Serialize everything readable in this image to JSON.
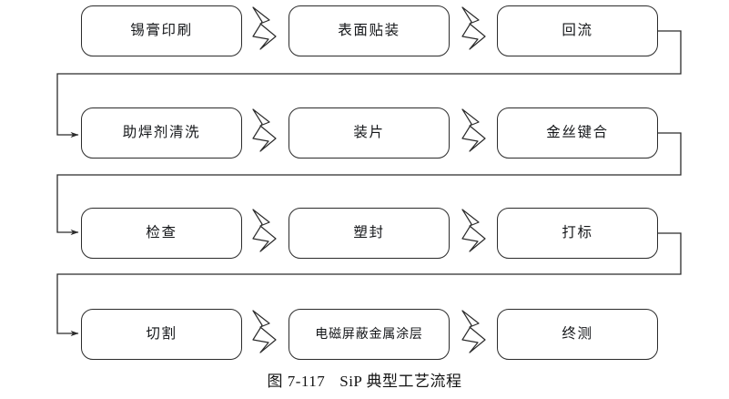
{
  "figure": {
    "caption_number": "图 7-117",
    "caption_title": "SiP 典型工艺流程",
    "background_color": "#ffffff",
    "line_color": "#2b2b2b"
  },
  "chart_data": {
    "type": "diagram",
    "subtype": "process-flowchart-serpentine",
    "title": "图 7-117　SiP 典型工艺流程",
    "rows": 4,
    "columns": 3,
    "node_count": 12,
    "flow_direction": [
      "left-to-right",
      "wrap-to-next-row"
    ],
    "nodes": [
      {
        "id": "n1",
        "row": 1,
        "col": 1,
        "label": "锡膏印刷"
      },
      {
        "id": "n2",
        "row": 1,
        "col": 2,
        "label": "表面贴装"
      },
      {
        "id": "n3",
        "row": 1,
        "col": 3,
        "label": "回流"
      },
      {
        "id": "n4",
        "row": 2,
        "col": 1,
        "label": "助焊剂清洗"
      },
      {
        "id": "n5",
        "row": 2,
        "col": 2,
        "label": "装片"
      },
      {
        "id": "n6",
        "row": 2,
        "col": 3,
        "label": "金丝键合"
      },
      {
        "id": "n7",
        "row": 3,
        "col": 1,
        "label": "检查"
      },
      {
        "id": "n8",
        "row": 3,
        "col": 2,
        "label": "塑封"
      },
      {
        "id": "n9",
        "row": 3,
        "col": 3,
        "label": "打标"
      },
      {
        "id": "n10",
        "row": 4,
        "col": 1,
        "label": "切割"
      },
      {
        "id": "n11",
        "row": 4,
        "col": 2,
        "label": "电磁屏蔽金属涂层"
      },
      {
        "id": "n12",
        "row": 4,
        "col": 3,
        "label": "终测"
      }
    ],
    "edges": [
      {
        "from": "n1",
        "to": "n2",
        "style": "chevron"
      },
      {
        "from": "n2",
        "to": "n3",
        "style": "chevron"
      },
      {
        "from": "n3",
        "to": "n4",
        "style": "wrap-line-arrow"
      },
      {
        "from": "n4",
        "to": "n5",
        "style": "chevron"
      },
      {
        "from": "n5",
        "to": "n6",
        "style": "chevron"
      },
      {
        "from": "n6",
        "to": "n7",
        "style": "wrap-line-arrow"
      },
      {
        "from": "n7",
        "to": "n8",
        "style": "chevron"
      },
      {
        "from": "n8",
        "to": "n9",
        "style": "chevron"
      },
      {
        "from": "n9",
        "to": "n10",
        "style": "wrap-line-arrow"
      },
      {
        "from": "n10",
        "to": "n11",
        "style": "chevron"
      },
      {
        "from": "n11",
        "to": "n12",
        "style": "chevron"
      }
    ],
    "sequence": [
      "锡膏印刷",
      "表面贴装",
      "回流",
      "助焊剂清洗",
      "装片",
      "金丝键合",
      "检查",
      "塑封",
      "打标",
      "切割",
      "电磁屏蔽金属涂层",
      "终测"
    ]
  }
}
